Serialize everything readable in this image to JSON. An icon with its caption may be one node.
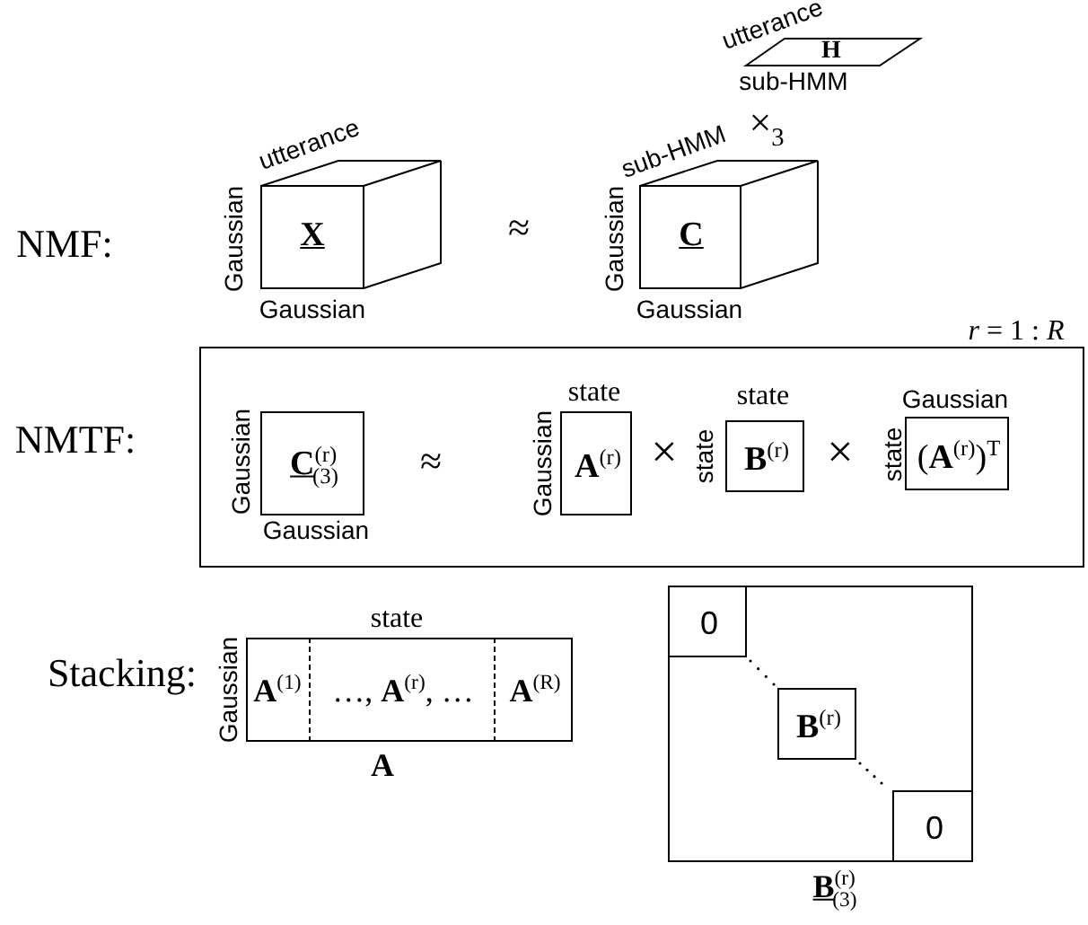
{
  "diagram": {
    "nodes": [
      {
        "text": [
          "X"
        ],
        "beside": [
          "utterance",
          "Gaussian",
          "Gaussian"
        ]
      },
      {
        "text": [
          "C"
        ],
        "beside": [
          "sub-HMM",
          "Gaussian",
          "Gaussian"
        ]
      },
      {
        "text": [
          "H"
        ],
        "beside": [
          "utterance",
          "sub-HMM"
        ]
      },
      {
        "text": [
          "*r* = 1 : *R*"
        ]
      },
      {
        "text": [
          "**C**$^{(r)}$$_{(3)}$"
        ],
        "in": 3,
        "beside": [
          "Gaussian",
          "Gaussian"
        ]
      },
      {
        "text": [
          "**A**$^{(r)}$"
        ],
        "in": 3,
        "beside": [
          "state",
          "Gaussian"
        ]
      },
      {
        "text": [
          "**B**$^{(r)}$"
        ],
        "in": 3,
        "beside": [
          "state",
          "state"
        ]
      },
      {
        "text": [
          "(**A**$^{(r)}$)$^{T}$"
        ],
        "in": 3,
        "beside": [
          "Gaussian",
          "state"
        ]
      },
      {
        "text": [],
        "shape": "box",
        "beside": [
          "state",
          "Gaussian",
          "**A**"
        ]
      },
      {
        "text": [
          "**A**$^{(1)}$"
        ],
        "in": 8
      },
      {
        "text": [
          "…, **A**$^{(r)}$, …"
        ],
        "in": 8
      },
      {
        "text": [
          "**A**$^{(R)}$"
        ],
        "in": 8
      },
      {
        "text": [],
        "shape": "box",
        "beside": [
          "**B**$^{(r)}$$_{(3)}$"
        ]
      },
      {
        "text": [
          "0"
        ],
        "in": 12
      },
      {
        "text": [
          "**B**$^{(r)}$"
        ],
        "in": 12
      },
      {
        "text": [
          "0"
        ],
        "in": 12
      }
    ],
    "edges": [],
    "labels": [
      "×$_{3}$",
      "NMF:",
      "≈",
      "NMTF:",
      "≈",
      "×",
      "×",
      "Stacking:"
    ]
  }
}
